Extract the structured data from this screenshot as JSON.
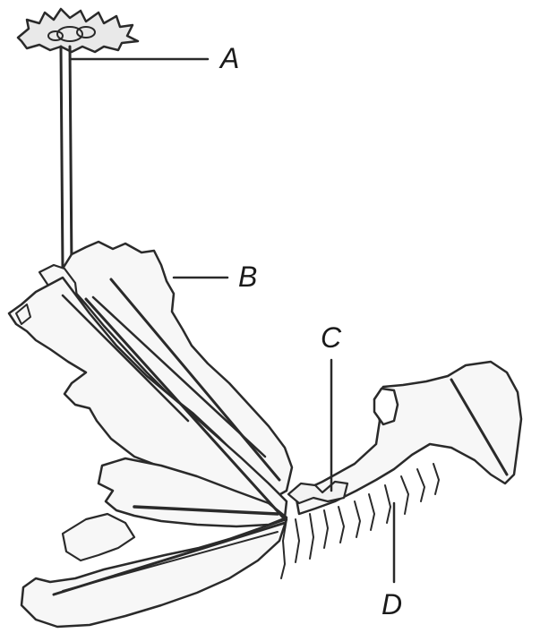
{
  "labels": {
    "a": "A",
    "b": "B",
    "c": "C",
    "d": "D"
  },
  "colors": {
    "ink": "#2a2a2a",
    "fill": "#f7f7f7",
    "background": "#ffffff"
  }
}
